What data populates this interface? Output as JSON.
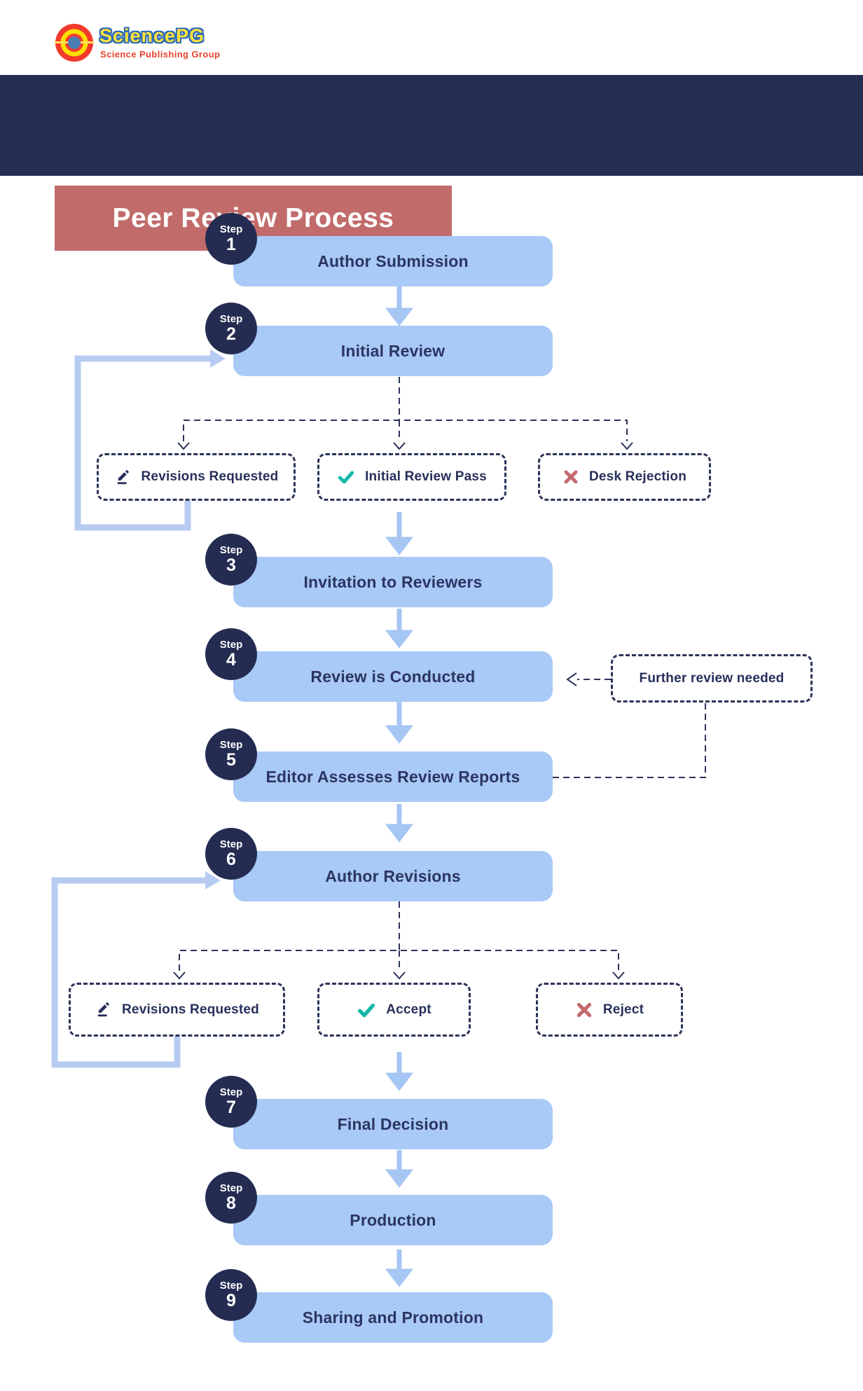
{
  "header": {
    "logo_title": "SciencePG",
    "logo_subtitle": "Science Publishing Group"
  },
  "banner": {
    "title": "Peer Review Process"
  },
  "steps": [
    {
      "step_label": "Step",
      "number": "1",
      "label": "Author Submission"
    },
    {
      "step_label": "Step",
      "number": "2",
      "label": "Initial Review"
    },
    {
      "step_label": "Step",
      "number": "3",
      "label": "Invitation to Reviewers"
    },
    {
      "step_label": "Step",
      "number": "4",
      "label": "Review is Conducted"
    },
    {
      "step_label": "Step",
      "number": "5",
      "label": "Editor Assesses Review Reports"
    },
    {
      "step_label": "Step",
      "number": "6",
      "label": "Author Revisions"
    },
    {
      "step_label": "Step",
      "number": "7",
      "label": "Final Decision"
    },
    {
      "step_label": "Step",
      "number": "8",
      "label": "Production"
    },
    {
      "step_label": "Step",
      "number": "9",
      "label": "Sharing and Promotion"
    }
  ],
  "branch_initial_review": [
    {
      "label": "Revisions Requested",
      "icon": "pencil-icon"
    },
    {
      "label": "Initial Review Pass",
      "icon": "check-icon"
    },
    {
      "label": "Desk Rejection",
      "icon": "x-icon"
    }
  ],
  "branch_final": [
    {
      "label": "Revisions Requested",
      "icon": "pencil-icon"
    },
    {
      "label": "Accept",
      "icon": "check-icon"
    },
    {
      "label": "Reject",
      "icon": "x-icon"
    }
  ],
  "side_note": {
    "label": "Further review needed"
  },
  "colors": {
    "navy": "#262e52",
    "rose": "#c26b6b",
    "box_blue": "#a9c9f6",
    "arrow_blue": "#a6c6f3",
    "loop_blue": "#b7cbf2",
    "dash_navy": "#2b3358",
    "teal_check": "#14b8a6",
    "red_x": "#c4696b",
    "text_navy": "#2b3560"
  }
}
